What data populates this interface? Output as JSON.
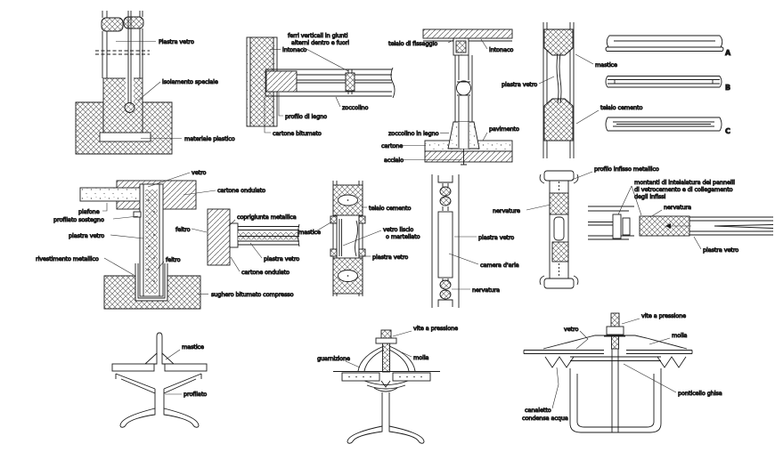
{
  "page": {
    "background": "#ffffff",
    "ink": "#1a1a1a"
  },
  "details": {
    "glass_base": {
      "labels": {
        "piastra_vetro": "Piastra vetro",
        "isolamento_speciale": "isolamento speciale",
        "materiale_plastico": "materiale plastico"
      }
    },
    "wall_plan": {
      "labels": {
        "ferri_line1": "ferri verticali in giunti",
        "ferri_line2": "alterni dentro e fuori",
        "intonaco": "intonaco",
        "zoccolino": "zoccolino",
        "profilo_di_legno": "profilo di legno",
        "cartone_bitumato": "cartone bitumato"
      }
    },
    "floor_ceiling": {
      "labels": {
        "telaio_di_fissaggio": "telaio di fissaggio",
        "intonaco": "intonaco",
        "zoccolino_in_legno": "zoccolino in legno",
        "cartone": "cartone",
        "acciaio": "acciaio",
        "pavimento": "pavimento"
      }
    },
    "glass_joint": {
      "labels": {
        "mastice": "mastice",
        "piastra_vetro": "piastra vetro",
        "telaio_cemento": "telaio cemento"
      }
    },
    "channel_sections": {
      "labels": {
        "a": "A",
        "b": "B",
        "c": "C"
      }
    },
    "head_jamb": {
      "labels": {
        "vetro": "vetro",
        "cartone_ondulato_top": "cartone ondulato",
        "plafone": "plafone",
        "profilato_sostegno": "profilato sostegno",
        "piastra_vetro": "piastra vetro",
        "rivestimento_metallico": "rivestimento metallico",
        "feltro_top": "feltro",
        "feltro_bottom": "feltro",
        "sughero": "sughero bitumato compresso"
      }
    },
    "cover_joint": {
      "labels": {
        "coprigiunta_metallica": "coprigiunta metallica",
        "piastra_vetro": "piastra vetro",
        "cartone_ondulato": "cartone ondulato"
      }
    },
    "block_wall": {
      "labels": {
        "mastice": "mastice",
        "telaio_cemento": "telaio cemento",
        "vetro_liscio_line1": "vetro liscio",
        "vetro_liscio_line2": "o martellato",
        "piastra_vetro": "piastra vetro"
      }
    },
    "channel_vertical": {
      "labels": {
        "piastra_vetro": "piastra vetro",
        "camera_daria": "camera d'aria",
        "nervatura": "nervatura"
      }
    },
    "mullion": {
      "labels": {
        "profilo_infisso_metallico": "profilo infisso metallico",
        "nervature": "nervature"
      }
    },
    "frame_plan": {
      "labels": {
        "montanti_line1": "montanti di intelaiatura dei pannelli",
        "montanti_line2": "di vetrocemento e di collegamento",
        "montanti_line3": "degli infissi",
        "nervatura": "nervatura",
        "piastra_vetro": "piastra vetro"
      }
    },
    "t_bar": {
      "labels": {
        "mastice": "mastice",
        "profilato": "profilato"
      }
    },
    "spring_clamp": {
      "labels": {
        "vite_a_pressione": "vite a pressione",
        "guarnizione": "guarnizione",
        "molla": "molla"
      }
    },
    "patent_glazing": {
      "labels": {
        "vite_a_pressione": "vite a pressione",
        "vetro": "vetro",
        "molla": "molla",
        "ponticello_ghisa": "ponticello ghisa",
        "canaletto_line1": "canaletto",
        "canaletto_line2": "condensa acqua"
      }
    }
  }
}
